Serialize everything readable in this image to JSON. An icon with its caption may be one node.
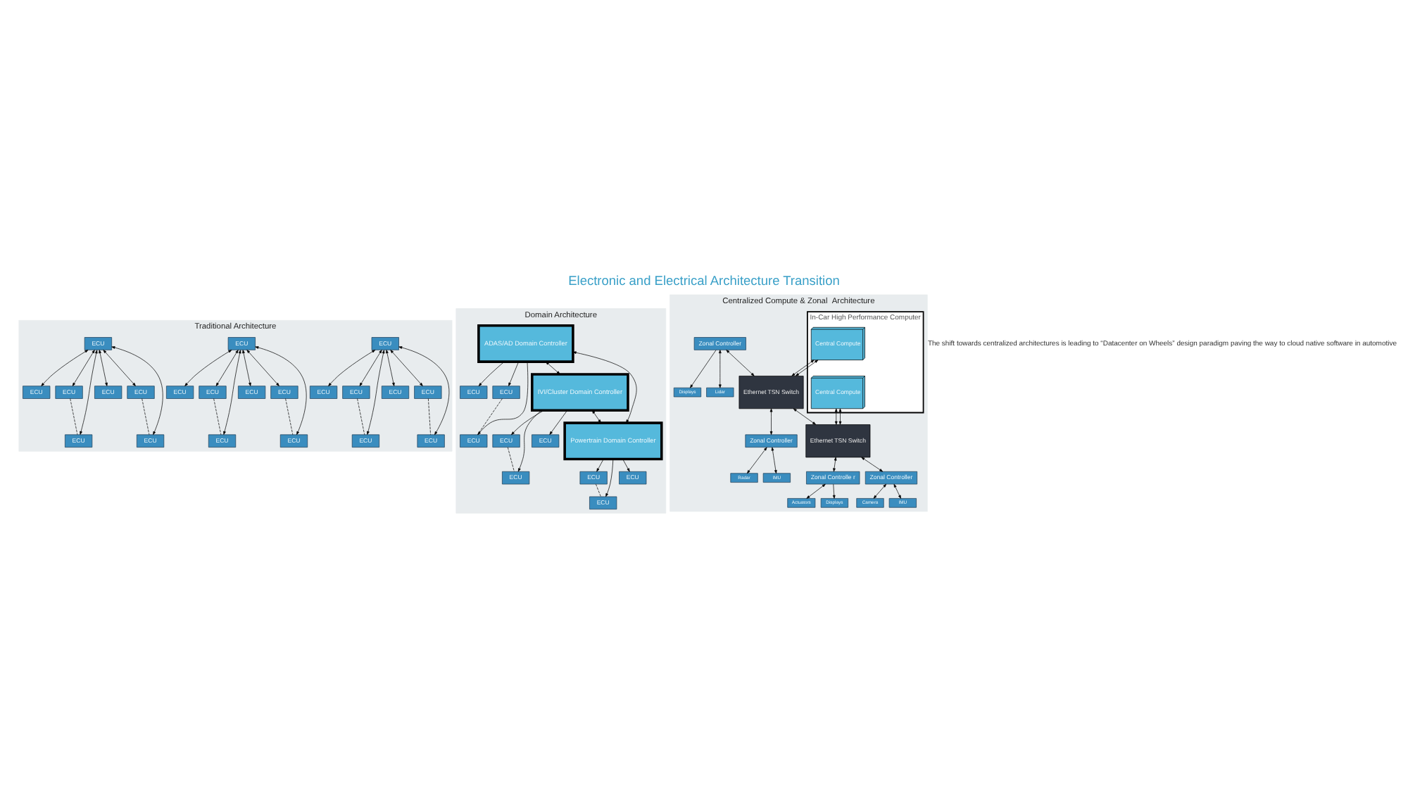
{
  "diagram": {
    "title": "Electronic and Electrical Architecture Transition",
    "caption": "The shift towards centralized architectures is leading to “Datacenter on Wheels” design paradigm paving the way to cloud native software in automotive",
    "nodes": [
      {
        "text": [
          "Traditional Architecture"
        ]
      },
      {
        "text": [
          "ECU"
        ],
        "in": 0
      },
      {
        "text": [
          "ECU"
        ],
        "in": 0
      },
      {
        "text": [
          "ECU"
        ],
        "in": 0
      },
      {
        "text": [
          "ECU"
        ],
        "in": 0
      },
      {
        "text": [
          "ECU"
        ],
        "in": 0
      },
      {
        "text": [
          "ECU"
        ],
        "in": 0
      },
      {
        "text": [
          "ECU"
        ],
        "in": 0
      },
      {
        "text": [
          "ECU"
        ],
        "in": 0
      },
      {
        "text": [
          "ECU"
        ],
        "in": 0
      },
      {
        "text": [
          "ECU"
        ],
        "in": 0
      },
      {
        "text": [
          "ECU"
        ],
        "in": 0
      },
      {
        "text": [
          "ECU"
        ],
        "in": 0
      },
      {
        "text": [
          "ECU"
        ],
        "in": 0
      },
      {
        "text": [
          "ECU"
        ],
        "in": 0
      },
      {
        "text": [
          "ECU"
        ],
        "in": 0
      },
      {
        "text": [
          "ECU"
        ],
        "in": 0
      },
      {
        "text": [
          "ECU"
        ],
        "in": 0
      },
      {
        "text": [
          "ECU"
        ],
        "in": 0
      },
      {
        "text": [
          "ECU"
        ],
        "in": 0
      },
      {
        "text": [
          "ECU"
        ],
        "in": 0
      },
      {
        "text": [
          "ECU"
        ],
        "in": 0
      },
      {
        "text": [
          "Domain Architecture"
        ]
      },
      {
        "text": [
          "ECU"
        ],
        "in": 22
      },
      {
        "text": [
          "ECU"
        ],
        "in": 22
      },
      {
        "text": [
          "ECU"
        ],
        "in": 22
      },
      {
        "text": [
          "ADAS/AD Domain Controller"
        ],
        "in": 22
      },
      {
        "text": [
          "IVI/Cluster Domain Controller"
        ],
        "in": 22
      },
      {
        "text": [
          "Powertrain Domain Controller"
        ],
        "in": 22
      },
      {
        "text": [
          "ECU"
        ],
        "in": 22
      },
      {
        "text": [
          "ECU"
        ],
        "in": 22
      },
      {
        "text": [
          "ECU"
        ],
        "in": 22
      },
      {
        "text": [
          "ECU"
        ],
        "in": 22
      },
      {
        "text": [
          "ECU"
        ],
        "in": 22
      },
      {
        "text": [
          "ECU"
        ],
        "in": 22
      },
      {
        "text": [
          "Centralized Compute & Zonal  Architecture"
        ]
      },
      {
        "text": [
          "In-Car High Performance Computer"
        ],
        "in": 35
      },
      {
        "text": [
          "Central Compute"
        ],
        "in": 36
      },
      {
        "text": [
          "Central Compute"
        ],
        "in": 36
      },
      {
        "text": [
          "Zonal Controller"
        ],
        "in": 35
      },
      {
        "text": [
          "Ethernet TSN Switch"
        ],
        "in": 35
      },
      {
        "text": [
          "Ethernet TSN Switch"
        ],
        "in": 35
      },
      {
        "text": [
          "Zonal Controlle r"
        ],
        "in": 35
      },
      {
        "text": [
          "Lidar"
        ],
        "in": 35
      },
      {
        "text": [
          "Displays"
        ],
        "in": 35
      },
      {
        "text": [
          "Zonal Controller"
        ],
        "in": 35
      },
      {
        "text": [
          "Zonal Controller"
        ],
        "in": 35
      },
      {
        "text": [
          "Actuators"
        ],
        "in": 35
      },
      {
        "text": [
          "Displays"
        ],
        "in": 35
      },
      {
        "text": [
          "Radar"
        ],
        "in": 35
      },
      {
        "text": [
          "IMU"
        ],
        "in": 35
      },
      {
        "text": [
          "Camera"
        ],
        "in": 35
      },
      {
        "text": [
          "IMU"
        ],
        "in": 35
      }
    ],
    "edges": [
      {
        "from": 4,
        "to": 1,
        "arrow": "both"
      },
      {
        "from": 4,
        "to": 2,
        "arrow": "both"
      },
      {
        "from": 4,
        "to": 3,
        "arrow": "both"
      },
      {
        "from": 2,
        "to": 3,
        "arrow": "none",
        "style": "dashed"
      },
      {
        "from": 4,
        "to": 5,
        "arrow": "both"
      },
      {
        "from": 4,
        "to": 6,
        "arrow": "both"
      },
      {
        "from": 4,
        "to": 7,
        "arrow": "both"
      },
      {
        "from": 6,
        "to": 7,
        "arrow": "none",
        "style": "dashed"
      },
      {
        "from": 11,
        "to": 8,
        "arrow": "both"
      },
      {
        "from": 11,
        "to": 9,
        "arrow": "both"
      },
      {
        "from": 11,
        "to": 10,
        "arrow": "both"
      },
      {
        "from": 9,
        "to": 10,
        "arrow": "none",
        "style": "dashed"
      },
      {
        "from": 11,
        "to": 12,
        "arrow": "both"
      },
      {
        "from": 11,
        "to": 13,
        "arrow": "both"
      },
      {
        "from": 11,
        "to": 14,
        "arrow": "both"
      },
      {
        "from": 13,
        "to": 14,
        "arrow": "none",
        "style": "dashed"
      },
      {
        "from": 18,
        "to": 15,
        "arrow": "both"
      },
      {
        "from": 18,
        "to": 16,
        "arrow": "both"
      },
      {
        "from": 18,
        "to": 17,
        "arrow": "both"
      },
      {
        "from": 16,
        "to": 17,
        "arrow": "none",
        "style": "dashed"
      },
      {
        "from": 18,
        "to": 19,
        "arrow": "both"
      },
      {
        "from": 18,
        "to": 20,
        "arrow": "both"
      },
      {
        "from": 18,
        "to": 21,
        "arrow": "both"
      },
      {
        "from": 20,
        "to": 21,
        "arrow": "none",
        "style": "dashed"
      },
      {
        "from": 26,
        "to": 23,
        "arrow": "to"
      },
      {
        "from": 26,
        "to": 24,
        "arrow": "to"
      },
      {
        "from": 26,
        "to": 25,
        "arrow": "to"
      },
      {
        "from": 24,
        "to": 25,
        "arrow": "none",
        "style": "dashed"
      },
      {
        "from": 26,
        "to": 27,
        "arrow": "both"
      },
      {
        "from": 26,
        "to": 28,
        "arrow": "both"
      },
      {
        "from": 27,
        "to": 28,
        "arrow": "both"
      },
      {
        "from": 27,
        "to": 29,
        "arrow": "to"
      },
      {
        "from": 27,
        "to": 30,
        "arrow": "to"
      },
      {
        "from": 27,
        "to": 31,
        "arrow": "to"
      },
      {
        "from": 30,
        "to": 31,
        "arrow": "none",
        "style": "dashed"
      },
      {
        "from": 28,
        "to": 32,
        "arrow": "to"
      },
      {
        "from": 28,
        "to": 33,
        "arrow": "to"
      },
      {
        "from": 28,
        "to": 34,
        "arrow": "to"
      },
      {
        "from": 33,
        "to": 34,
        "arrow": "none",
        "style": "dashed"
      },
      {
        "from": 37,
        "to": 40,
        "arrow": "both"
      },
      {
        "from": 37,
        "to": 40,
        "arrow": "both"
      },
      {
        "from": 38,
        "to": 41,
        "arrow": "both"
      },
      {
        "from": 38,
        "to": 41,
        "arrow": "both"
      },
      {
        "from": 39,
        "to": 40,
        "arrow": "both"
      },
      {
        "from": 40,
        "to": 41,
        "arrow": "both"
      },
      {
        "from": 41,
        "to": 42,
        "arrow": "both"
      },
      {
        "from": 39,
        "to": 43,
        "arrow": "both"
      },
      {
        "from": 39,
        "to": 44,
        "arrow": "to"
      },
      {
        "from": 40,
        "to": 45,
        "arrow": "both"
      },
      {
        "from": 41,
        "to": 46,
        "arrow": "both"
      },
      {
        "from": 42,
        "to": 47,
        "arrow": "both"
      },
      {
        "from": 42,
        "to": 48,
        "arrow": "to"
      },
      {
        "from": 45,
        "to": 49,
        "arrow": "both"
      },
      {
        "from": 45,
        "to": 50,
        "arrow": "both"
      },
      {
        "from": 46,
        "to": 51,
        "arrow": "both"
      },
      {
        "from": 46,
        "to": 52,
        "arrow": "both"
      }
    ]
  }
}
